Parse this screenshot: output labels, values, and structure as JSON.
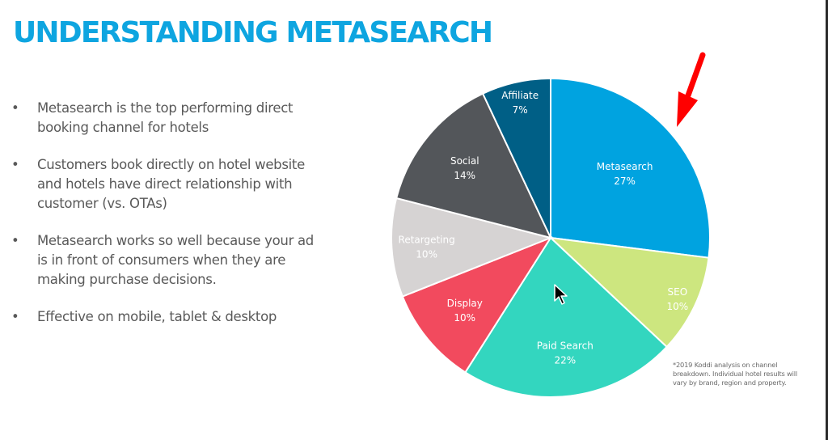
{
  "slide": {
    "title": "UNDERSTANDING METASEARCH",
    "bullet_glyph": "•",
    "bullets": [
      "Metasearch is the top performing direct booking channel for hotels",
      "Customers book directly on hotel website and hotels have direct relationship with customer (vs. OTAs)",
      "Metasearch works so well because your ad is in front of consumers when they are making purchase decisions.",
      "Effective on mobile, tablet & desktop"
    ],
    "footnote": "*2019 Koddi analysis on channel breakdown. Individual hotel results will vary by brand, region and property.",
    "title_color": "#0ea5e0",
    "annotation_arrow_color": "#ff0000"
  },
  "chart_data": {
    "type": "pie",
    "title": "",
    "start_angle": "12 o'clock",
    "direction": "clockwise",
    "categories": [
      "Metasearch",
      "SEO",
      "Paid Search",
      "Display",
      "Retargeting",
      "Social",
      "Affiliate"
    ],
    "values": [
      27,
      10,
      22,
      10,
      10,
      14,
      7
    ],
    "labels": [
      "27%",
      "10%",
      "22%",
      "10%",
      "10%",
      "14%",
      "7%"
    ],
    "colors": [
      "#00a3e0",
      "#cde67f",
      "#33d6bf",
      "#f24a5e",
      "#d6d3d3",
      "#53565a",
      "#005f86"
    ],
    "unit": "%",
    "legend": "none (labels inside slices)"
  }
}
